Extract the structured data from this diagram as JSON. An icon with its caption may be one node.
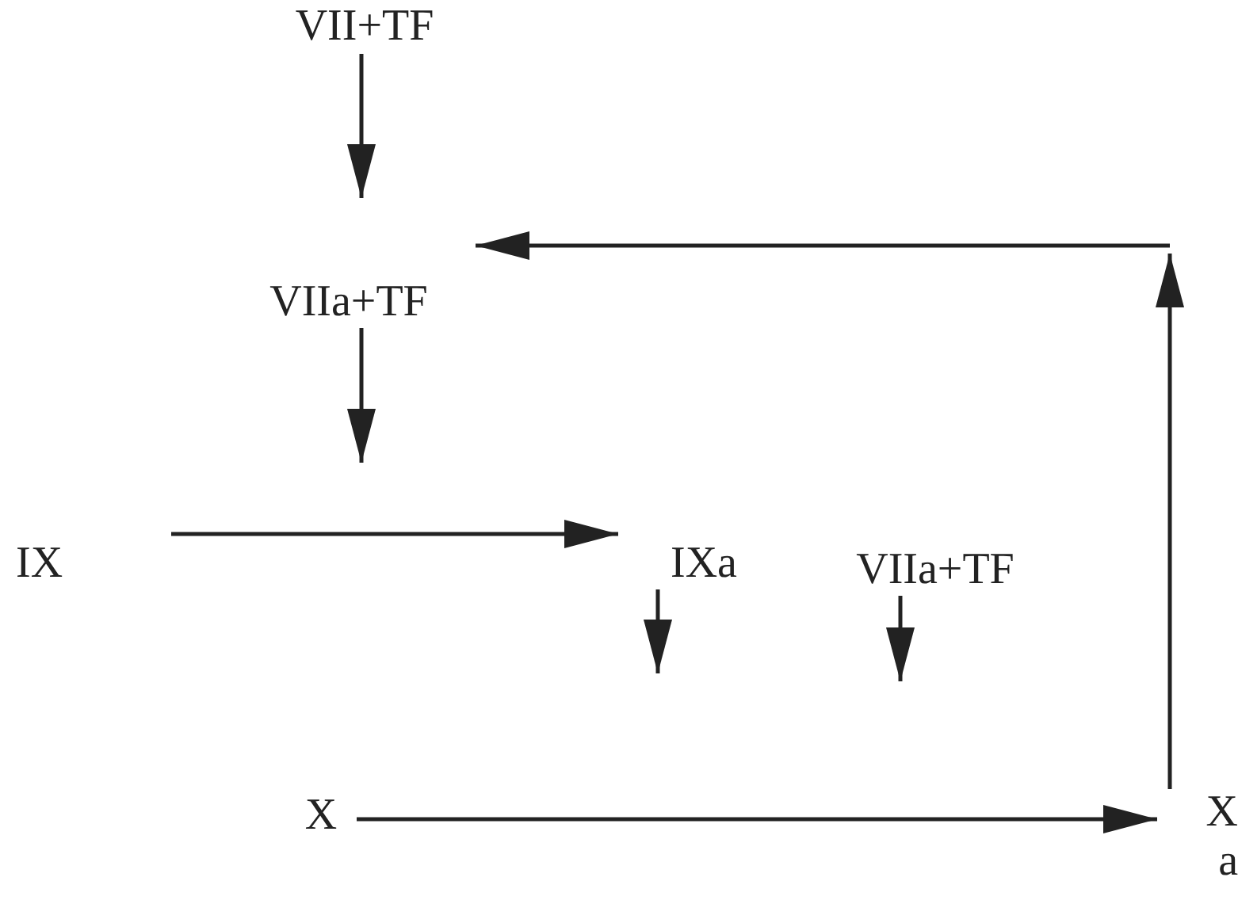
{
  "diagram": {
    "nodes": [
      {
        "text": [
          "VII+TF"
        ]
      },
      {
        "text": [
          "VIIa+TF"
        ]
      },
      {
        "text": [
          "IX"
        ]
      },
      {
        "text": [
          "IXa"
        ]
      },
      {
        "text": [
          "VIIa+TF"
        ]
      },
      {
        "text": [
          "X"
        ]
      },
      {
        "text": [
          "X a"
        ]
      }
    ],
    "edges": [
      {
        "from": 0,
        "to": 1,
        "arrow": "to"
      },
      {
        "from": 1,
        "to": null,
        "arrow": "to"
      },
      {
        "from": 2,
        "to": 3,
        "arrow": "to"
      },
      {
        "from": 3,
        "to": null,
        "arrow": "to"
      },
      {
        "from": 4,
        "to": null,
        "arrow": "to"
      },
      {
        "from": 5,
        "to": 6,
        "arrow": "to"
      },
      {
        "from": 6,
        "to": null,
        "arrow": "to"
      },
      {
        "from": null,
        "to": 1,
        "arrow": "to"
      }
    ]
  }
}
